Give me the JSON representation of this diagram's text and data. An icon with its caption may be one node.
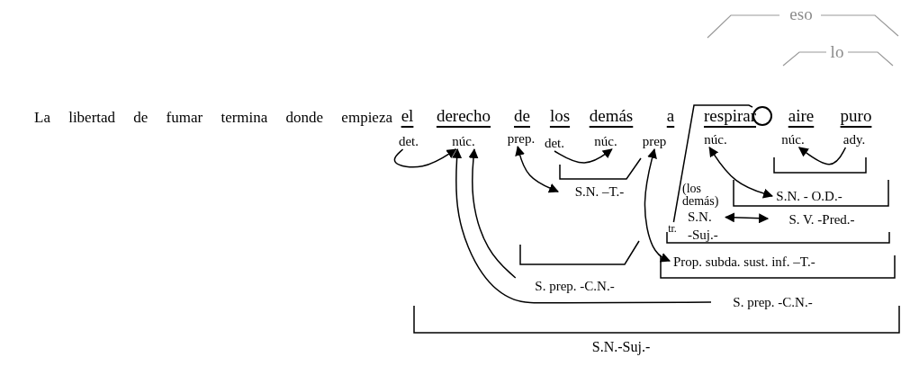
{
  "diagram": {
    "nodes": [
      {
        "text": [
          "det."
        ]
      },
      {
        "text": [
          "núc."
        ]
      },
      {
        "text": [
          "prep."
        ]
      },
      {
        "text": [
          "det."
        ]
      },
      {
        "text": [
          "núc."
        ]
      },
      {
        "text": [
          "prep"
        ]
      },
      {
        "text": [
          "núc."
        ]
      },
      {
        "text": [
          "núc."
        ]
      },
      {
        "text": [
          "ady."
        ]
      },
      {
        "text": [
          "S.N. –T.-"
        ]
      },
      {
        "text": [
          "S.N. - O.D.-"
        ]
      },
      {
        "text": [
          "S.N.",
          "-Suj.-"
        ]
      },
      {
        "text": [
          "S. V. -Pred.-"
        ]
      },
      {
        "text": [
          "Prop. subda. sust. inf. –T.-"
        ]
      },
      {
        "text": [
          "S. prep. -C.N.-"
        ]
      },
      {
        "text": [
          "S. prep. -C.N.-"
        ]
      },
      {
        "text": [
          "tr."
        ]
      },
      {
        "text": [],
        "shape": "circle"
      }
    ],
    "edges": [
      {
        "from": 0,
        "to": 1,
        "arrow": "to"
      },
      {
        "from": 14,
        "to": 1,
        "arrow": "to"
      },
      {
        "from": 15,
        "to": 1,
        "arrow": "to"
      },
      {
        "from": 2,
        "to": 9,
        "arrow": "both"
      },
      {
        "from": 3,
        "to": 4,
        "arrow": "to"
      },
      {
        "from": 5,
        "to": 13,
        "arrow": "both"
      },
      {
        "from": 6,
        "to": 10,
        "arrow": "both"
      },
      {
        "from": 8,
        "to": 7,
        "arrow": "to"
      },
      {
        "from": 11,
        "to": 12,
        "arrow": "both"
      },
      {
        "from": 16,
        "to": 17,
        "arrow": "none"
      }
    ],
    "labels": [
      "eso",
      "lo",
      "La libertad de fumar termina donde empieza",
      "el",
      "derecho",
      "de",
      "los",
      "demás",
      "a",
      "respirar",
      "aire",
      "puro",
      "(los demás)",
      "S.N.-Suj.-"
    ]
  }
}
